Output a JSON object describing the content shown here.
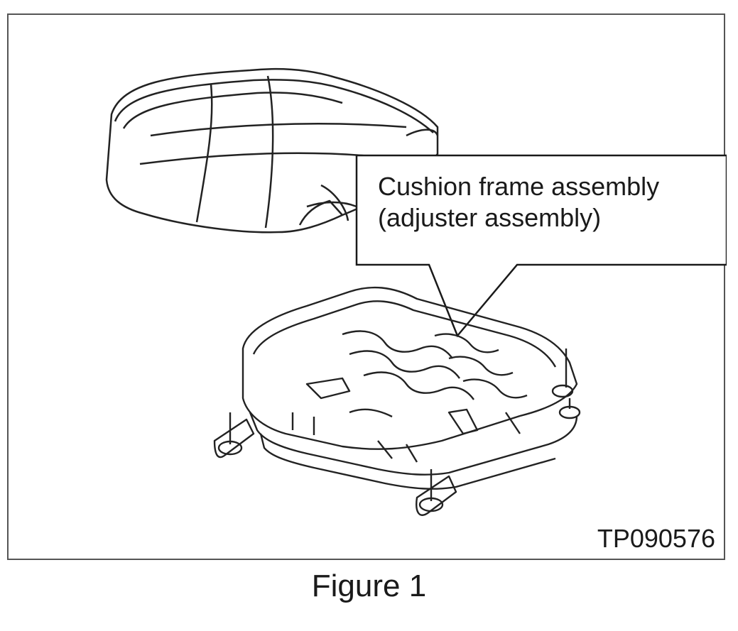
{
  "diagram": {
    "callout_lines": [
      "Cushion frame assembly",
      "(adjuster assembly)"
    ],
    "figure_code": "TP090576",
    "caption": "Figure 1"
  },
  "colors": {
    "line": "#222222",
    "frame": "#555555",
    "background": "#ffffff"
  }
}
